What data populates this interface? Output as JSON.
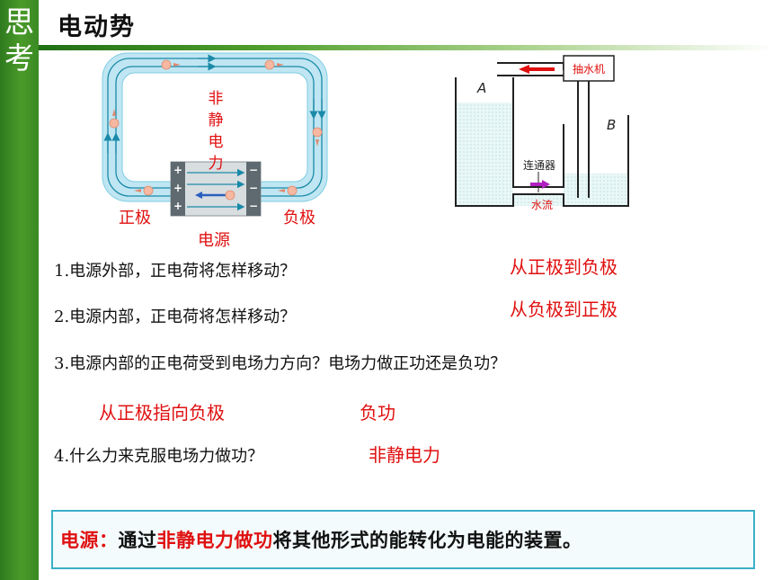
{
  "sidebar": {
    "chars": [
      "思",
      "考"
    ]
  },
  "title": "电动势",
  "circuit": {
    "force_label": [
      "非",
      "静",
      "电",
      "力"
    ],
    "positive_label": "正极",
    "negative_label": "负极",
    "source_label": "电源"
  },
  "water": {
    "pump_label": "抽水机",
    "label_a": "A",
    "label_b": "B",
    "connector_label": "连通器",
    "flow_label": "水流"
  },
  "questions": {
    "q1": "1.电源外部，正电荷将怎样移动？",
    "a1": "从正极到负极",
    "q2": "2.电源内部，正电荷将怎样移动？",
    "a2": "从负极到正极",
    "q3": "3.电源内部的正电荷受到电场力方向？电场力做正功还是负功？",
    "a3a": "从正极指向负极",
    "a3b": "负功",
    "q4": "4.什么力来克服电场力做功？",
    "a4": "非静电力"
  },
  "definition": {
    "term": "电源：",
    "part1": "通过",
    "highlight": "非静电力做功",
    "part2": "将其他形式的能转化为电能的装置。"
  },
  "colors": {
    "accent_red": "#e01010",
    "sidebar_green": "#3a8a24",
    "box_border": "#3ab0c8"
  }
}
